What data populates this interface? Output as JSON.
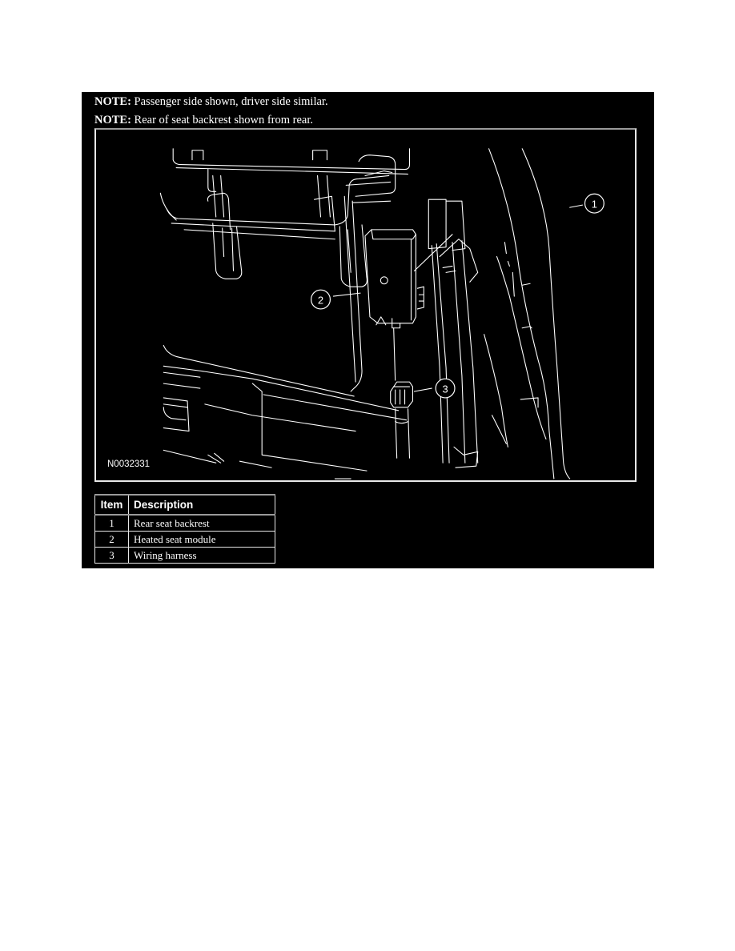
{
  "notes": [
    {
      "label": "NOTE:",
      "text": " Passenger side shown, driver side similar."
    },
    {
      "label": "NOTE:",
      "text": " Rear of seat backrest shown from rear."
    }
  ],
  "figure": {
    "id": "N0032331",
    "callouts": [
      {
        "number": "1",
        "target": "Rear seat backrest"
      },
      {
        "number": "2",
        "target": "Heated seat module"
      },
      {
        "number": "3",
        "target": "Wiring harness"
      }
    ]
  },
  "legend": {
    "headers": {
      "item": "Item",
      "description": "Description"
    },
    "rows": [
      {
        "item": "1",
        "description": "Rear seat backrest"
      },
      {
        "item": "2",
        "description": "Heated seat module"
      },
      {
        "item": "3",
        "description": "Wiring harness"
      }
    ]
  },
  "colors": {
    "panel_background": "#000000",
    "line_art": "#ffffff",
    "frame_top_border": "#9a9a9a",
    "page_background": "#ffffff"
  }
}
